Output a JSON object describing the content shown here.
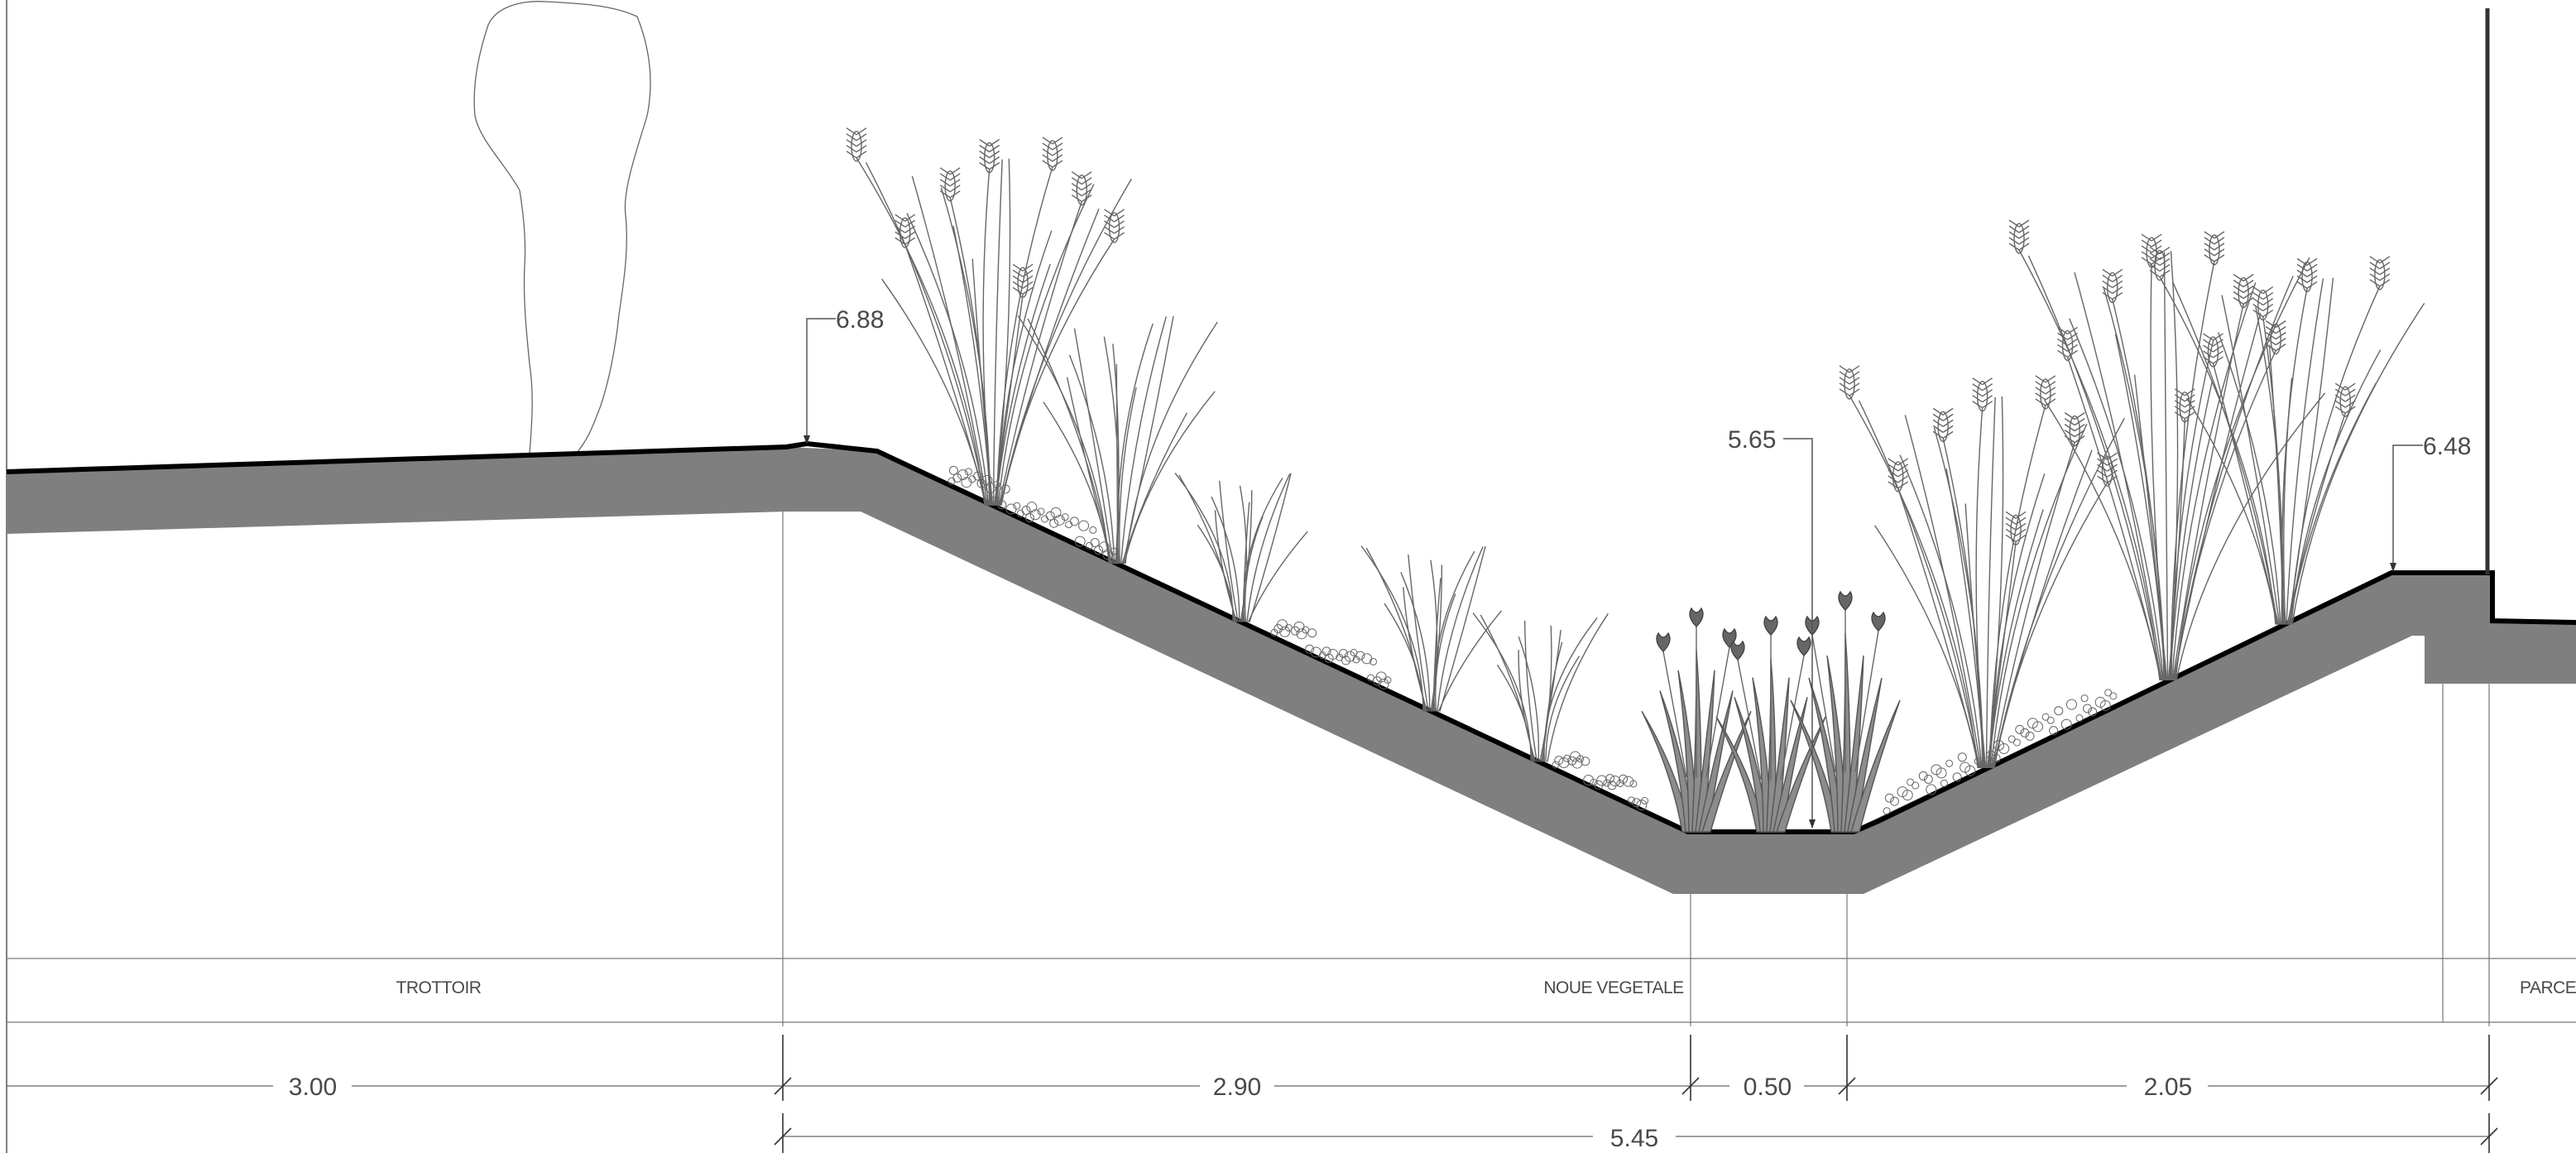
{
  "colors": {
    "ground_section": "#7f7f7f",
    "ground_edge": "#000000",
    "linework": "#555555",
    "text": "#4a4a4a",
    "plant_fill": "#8c8c8c"
  },
  "elevations": {
    "sidewalk_top": "6.88",
    "swale_bottom": "5.65",
    "right_top": "6.48"
  },
  "zones": {
    "trottoir": "TROTTOIR",
    "noue": "NOUE VEGETALE",
    "parcelle": "PARCE"
  },
  "dimensions": {
    "trottoir_width": "3.00",
    "left_slope": "2.90",
    "swale_bottom_width": "0.50",
    "right_slope": "2.05",
    "noue_total": "5.45"
  },
  "icons": [
    "person-silhouette-icon",
    "tall-grass-icon",
    "iris-flower-icon",
    "pebble-groundcover-icon"
  ]
}
